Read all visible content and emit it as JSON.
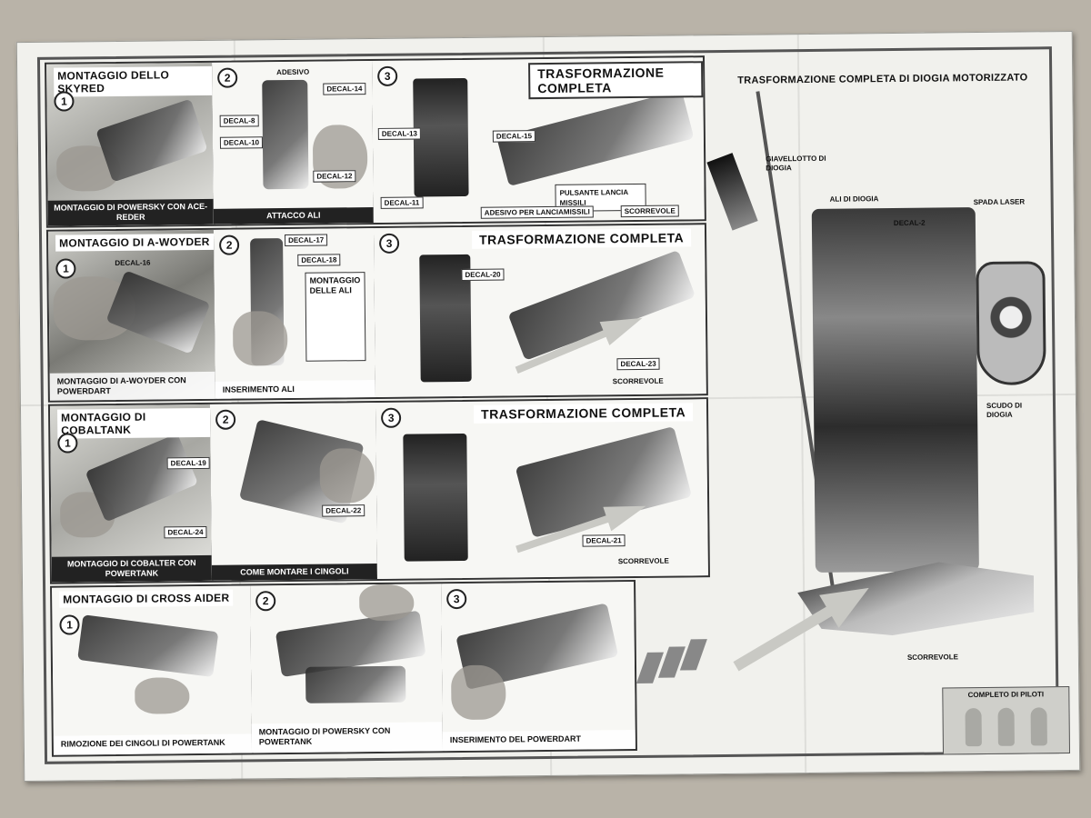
{
  "colors": {
    "paper": "#f1f1ed",
    "ink": "#111111",
    "caption_bg": "#222222",
    "background": "#b9b3a8"
  },
  "sections": {
    "skyred": {
      "title": "MONTAGGIO DELLO SKYRED",
      "step1_caption": "MONTAGGIO DI POWERSKY CON ACE-REDER",
      "step2_caption": "ATTACCO ALI",
      "step2_labels": {
        "adesivo": "ADESIVO",
        "decal14": "DECAL-14",
        "decal8": "DECAL-8",
        "decal10": "DECAL-10",
        "decal12": "DECAL-12"
      },
      "step3_labels": {
        "decal13": "DECAL-13",
        "decal15": "DECAL-15",
        "decal11": "DECAL-11",
        "pulsante": "PULSANTE LANCIA MISSILI",
        "adesivo_lancia": "ADESIVO PER LANCIAMISSILI",
        "scorrevole": "SCORREVOLE"
      },
      "transform_title": "TRASFORMAZIONE COMPLETA"
    },
    "awoyder": {
      "title": "MONTAGGIO DI A-WOYDER",
      "step1_label": "DECAL-16",
      "step1_caption": "MONTAGGIO DI A-WOYDER CON POWERDART",
      "step2_labels": {
        "decal17": "DECAL-17",
        "decal18": "DECAL-18"
      },
      "step2_box": "MONTAGGIO DELLE ALI",
      "step2_caption": "INSERIMENTO ALI",
      "transform_title": "TRASFORMAZIONE COMPLETA",
      "step3_labels": {
        "decal20": "DECAL-20",
        "decal23": "DECAL-23",
        "scorrevole": "SCORREVOLE"
      }
    },
    "cobaltank": {
      "title": "MONTAGGIO DI COBALTANK",
      "step1_labels": {
        "decal19": "DECAL-19",
        "decal24": "DECAL-24"
      },
      "step1_caption": "MONTAGGIO DI COBALTER CON POWERTANK",
      "step2_label": "DECAL-22",
      "step2_caption": "COME MONTARE I CINGOLI",
      "transform_title": "TRASFORMAZIONE COMPLETA",
      "step3_labels": {
        "decal21": "DECAL-21",
        "scorrevole": "SCORREVOLE"
      }
    },
    "crossaider": {
      "title": "MONTAGGIO DI CROSS AIDER",
      "step1_caption": "RIMOZIONE DEI CINGOLI DI POWERTANK",
      "step2_caption": "MONTAGGIO DI POWERSKY CON POWERTANK",
      "step3_caption": "INSERIMENTO DEL POWERDART"
    },
    "steps": {
      "one": "1",
      "two": "2",
      "three": "3"
    }
  },
  "diogia": {
    "title": "TRASFORMAZIONE COMPLETA DI DIOGIA MOTORIZZATO",
    "labels": {
      "giavellotto": "GIAVELLOTTO DI DIOGIA",
      "ali": "ALI DI DIOGIA",
      "decal2": "DECAL-2",
      "spada": "SPADA LASER",
      "scudo": "SCUDO DI DIOGIA",
      "scorrevole": "SCORREVOLE"
    },
    "pilots_title": "COMPLETO DI PILOTI"
  }
}
